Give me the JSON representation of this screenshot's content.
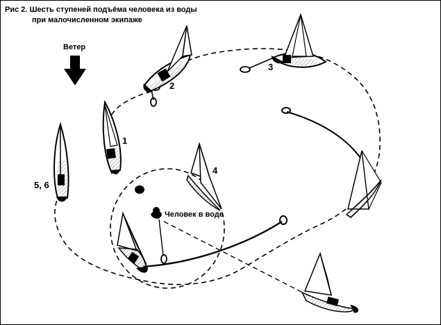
{
  "caption": {
    "line1": "Рис 2. Шесть ступеней подъёма человека из воды",
    "line2": "при малочисленном экипаже"
  },
  "labels": {
    "wind": "Ветер",
    "pos1": "1",
    "pos2": "2",
    "pos3": "3",
    "pos4": "4",
    "pos56": "5, 6",
    "person": "Человек в воде"
  },
  "colors": {
    "ink": "#000000",
    "paper": "#ffffff",
    "hatch": "#9a9a9a"
  }
}
